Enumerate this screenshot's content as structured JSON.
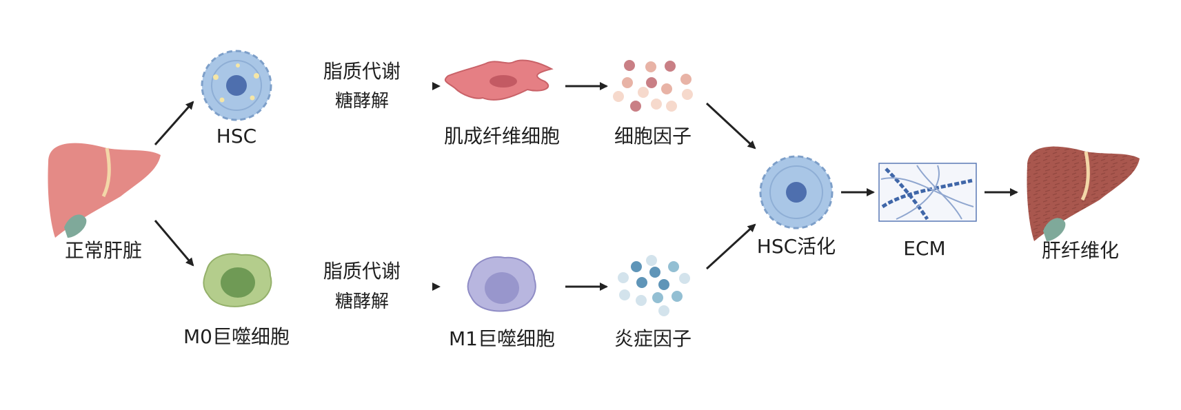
{
  "title": "肝纤维化机制示意图",
  "nodes": {
    "normal_liver": "正常肝脏",
    "hsc": "HSC",
    "myofibroblast": "肌成纤维细胞",
    "cytokines": "细胞因子",
    "m0_macrophage": "M0巨噬细胞",
    "m1_macrophage": "M1巨噬细胞",
    "inflammatory_factors": "炎症因子",
    "hsc_activation": "HSC活化",
    "ecm": "ECM",
    "liver_fibrosis": "肝纤维化"
  },
  "edge_labels": {
    "top_line1": "脂质代谢",
    "top_line2": "糖酵解",
    "bottom_line1": "脂质代谢",
    "bottom_line2": "糖酵解"
  },
  "colors": {
    "liver_normal": "#e48a86",
    "liver_fibrotic": "#a9574e",
    "gallbladder": "#7fa99a",
    "hsc_fill": "#a9c6e6",
    "hsc_nucleus": "#4e6fae",
    "myofibroblast": "#e57f84",
    "m0_fill": "#b4cd8c",
    "m0_nucleus": "#6f9a55",
    "m1_fill": "#b8b6df",
    "m1_nucleus": "#9896cc",
    "cytokine_dots": [
      "#c97f85",
      "#e8b3a6",
      "#f6d9cc"
    ],
    "inflam_dots": [
      "#5f95b8",
      "#93bfd3",
      "#d3e3ec"
    ],
    "ecm_fiber": "#3f66a8",
    "arrow": "#222222"
  }
}
